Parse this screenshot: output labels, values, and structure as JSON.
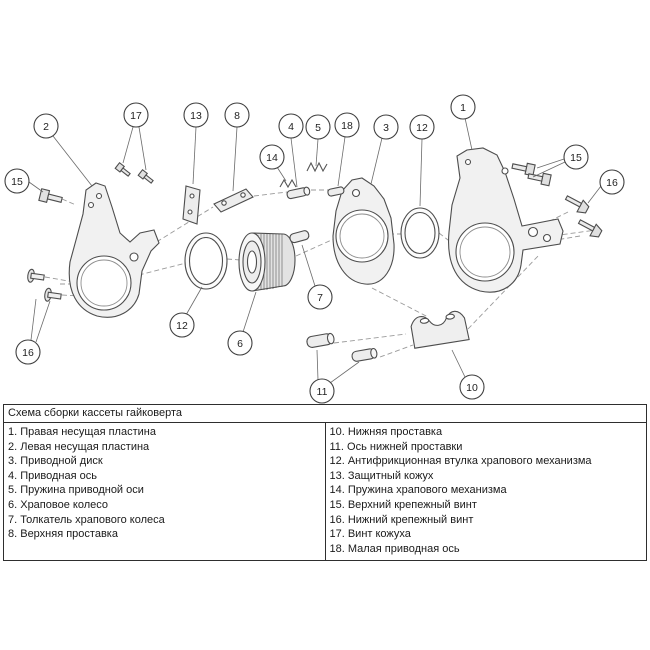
{
  "caption": "Схема сборки кассеты гайковерта",
  "parts": {
    "left": [
      "1. Правая несущая пластина",
      "2. Левая несущая пластина",
      "3. Приводной диск",
      "4. Приводная ось",
      "5. Пружина приводной оси",
      "6. Храповое колесо",
      "7. Толкатель храпового колеса",
      "8. Верхняя проставка"
    ],
    "right": [
      "10. Нижняя проставка",
      "11. Ось нижней проставки",
      "12. Антифрикционная втулка храпового механизма",
      "13. Защитный кожух",
      "14. Пружина храпового механизма",
      "15. Верхний крепежный винт",
      "16. Нижний крепежный винт",
      "17. Винт кожуха",
      "18. Малая приводная ось"
    ]
  },
  "callouts": [
    "2",
    "17",
    "13",
    "8",
    "4",
    "5",
    "18",
    "3",
    "12",
    "1",
    "15",
    "16",
    "15",
    "14",
    "7",
    "12",
    "6",
    "11",
    "10",
    "16"
  ],
  "colors": {
    "line": "#4d4d4d",
    "dash": "#9a9a9a",
    "fill": "#f1f1f1",
    "text": "#1a1a1a",
    "border": "#2e2e2e"
  }
}
